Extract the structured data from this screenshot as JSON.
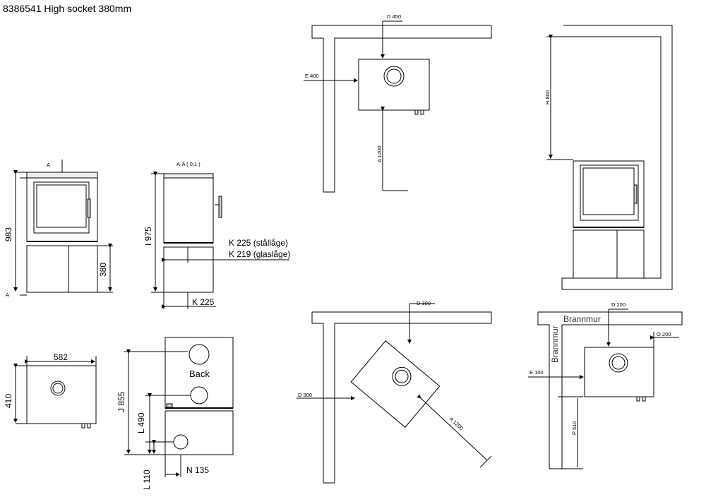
{
  "title": "8386541 High socket 380mm",
  "front": {
    "section_mark": "A",
    "height": "983",
    "socket": "380"
  },
  "section": {
    "label": "A-A ( 0,1 )",
    "height": "I 975",
    "k_steel": "K 225 (stållåge)",
    "k_glass": "K 219 (glaslåge)",
    "k_bottom": "K 225"
  },
  "top_view": {
    "width": "582",
    "depth": "410"
  },
  "back_view": {
    "label": "Back",
    "j": "J 855",
    "l490": "L 490",
    "l110": "L 110",
    "n": "N 135"
  },
  "inst_top": {
    "d": "D 450",
    "e": "E 400",
    "a": "A 1200"
  },
  "inst_side": {
    "h": "H 800"
  },
  "inst_corner": {
    "d_top": "D 300",
    "d_left": "D 300",
    "a": "A 1200"
  },
  "inst_fire": {
    "d": "D 200",
    "o": "O 200",
    "e": "E 100",
    "p": "P 510",
    "wall_top": "Brannmur",
    "wall_left": "Brannmur"
  }
}
